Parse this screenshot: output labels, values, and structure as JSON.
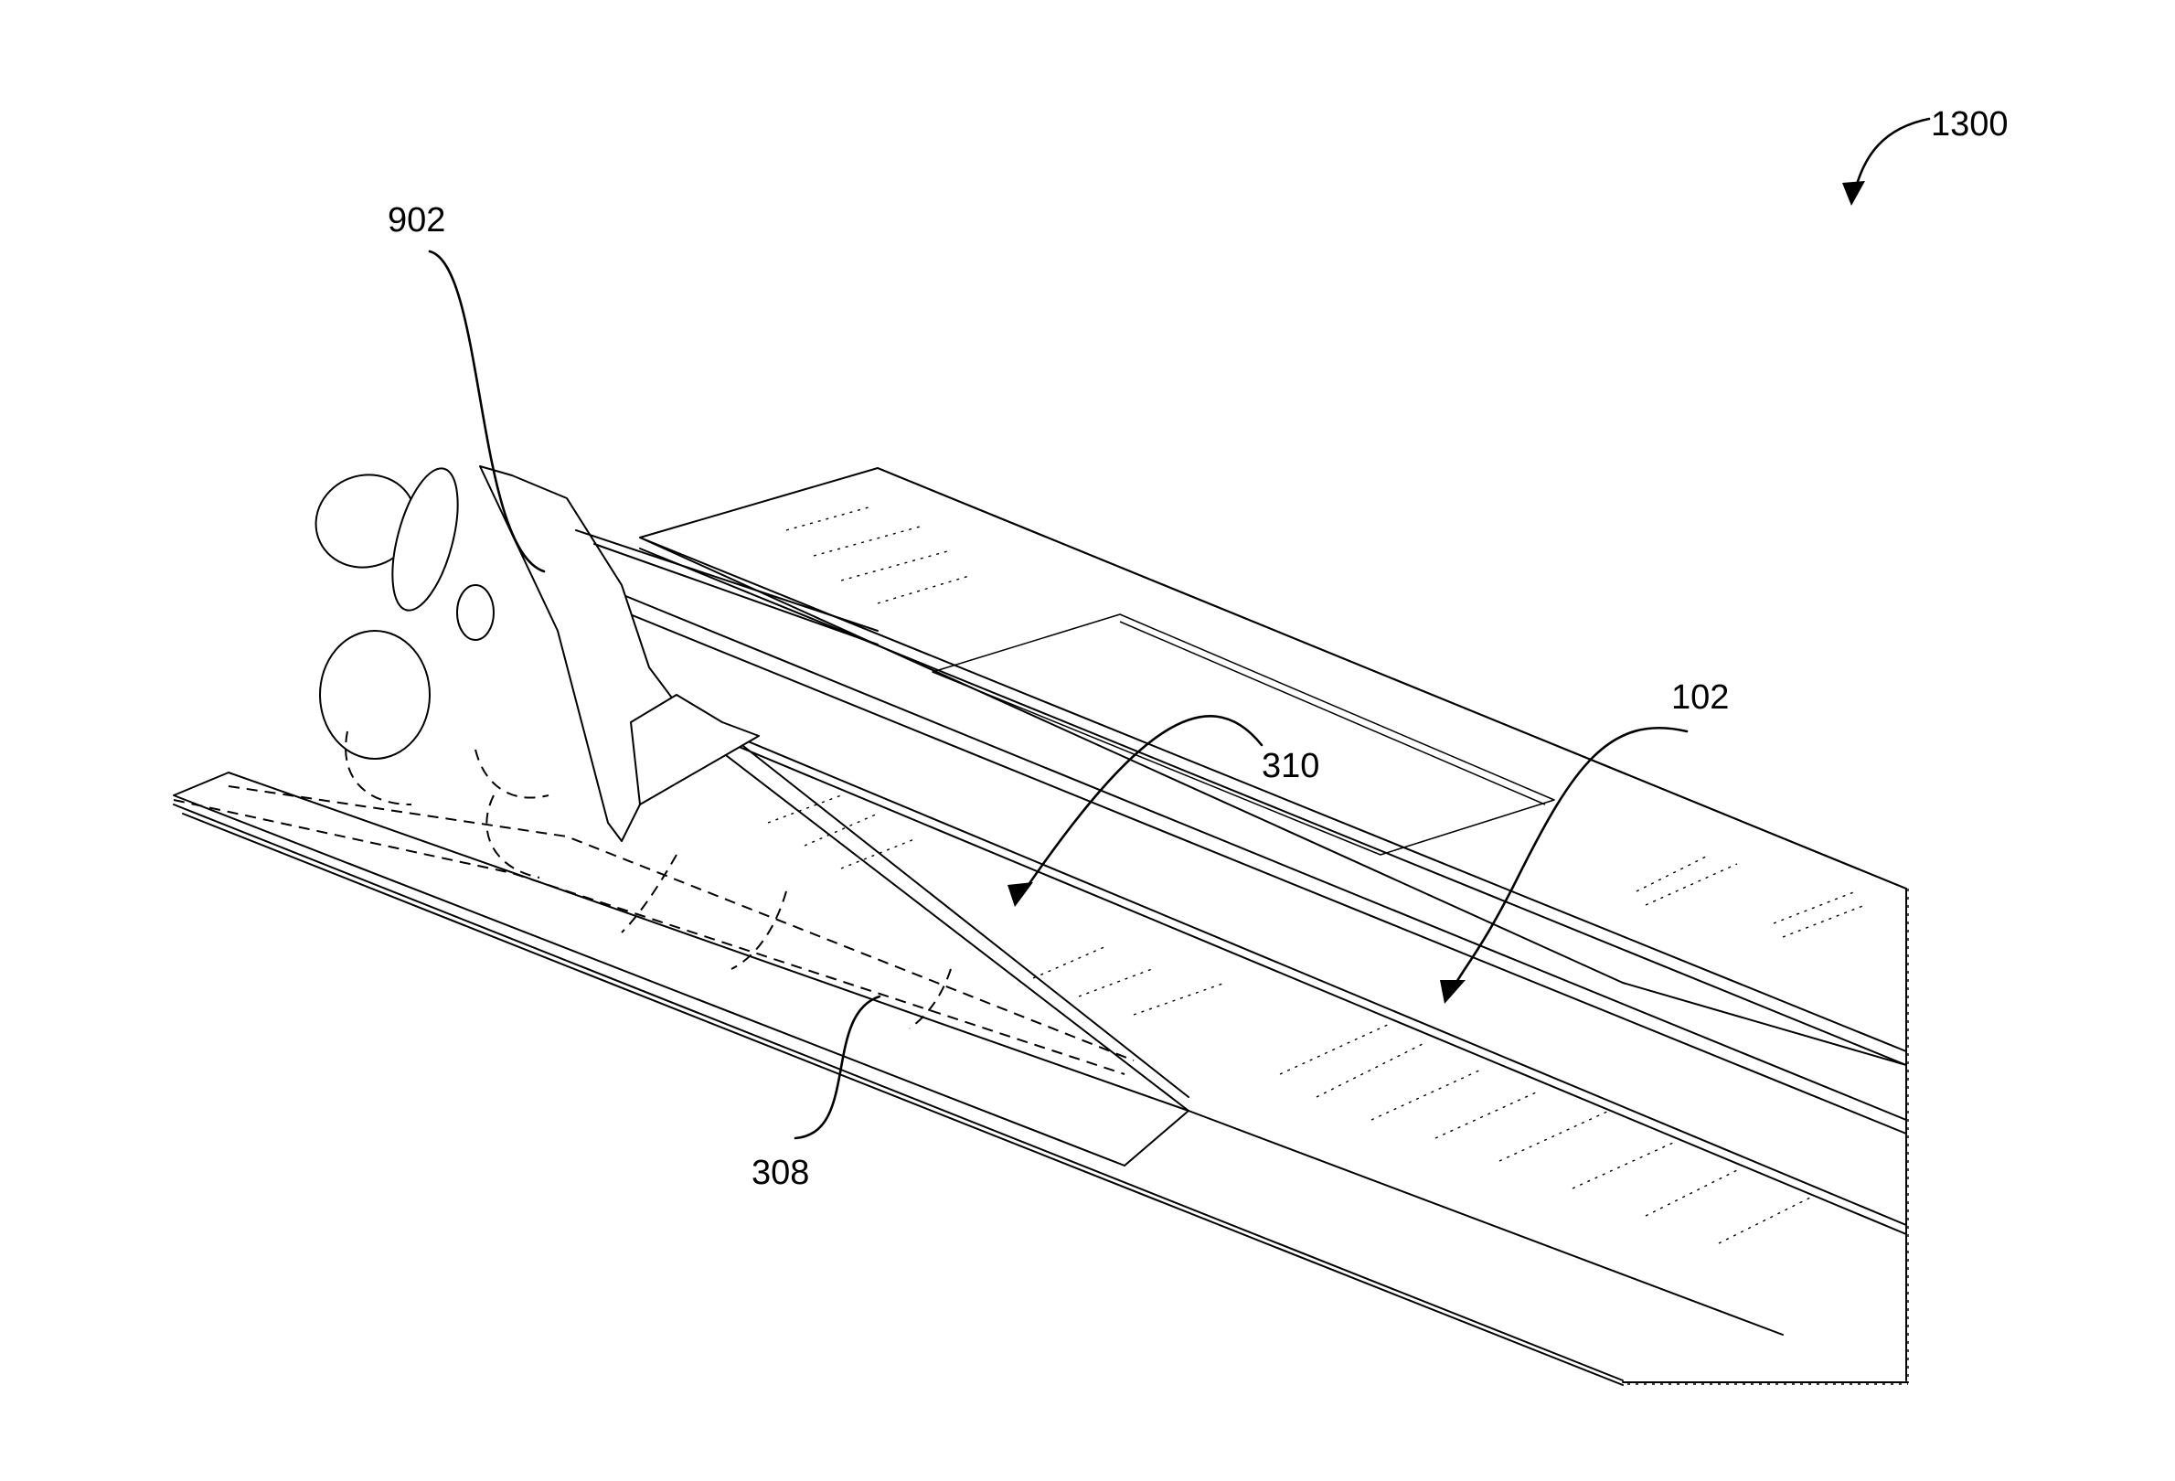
{
  "figure": {
    "reference_labels": {
      "fig": "1300",
      "propeller_blade": "902",
      "wing_surface": "102",
      "sensor_region": "310",
      "fuselage_region": "308"
    }
  }
}
